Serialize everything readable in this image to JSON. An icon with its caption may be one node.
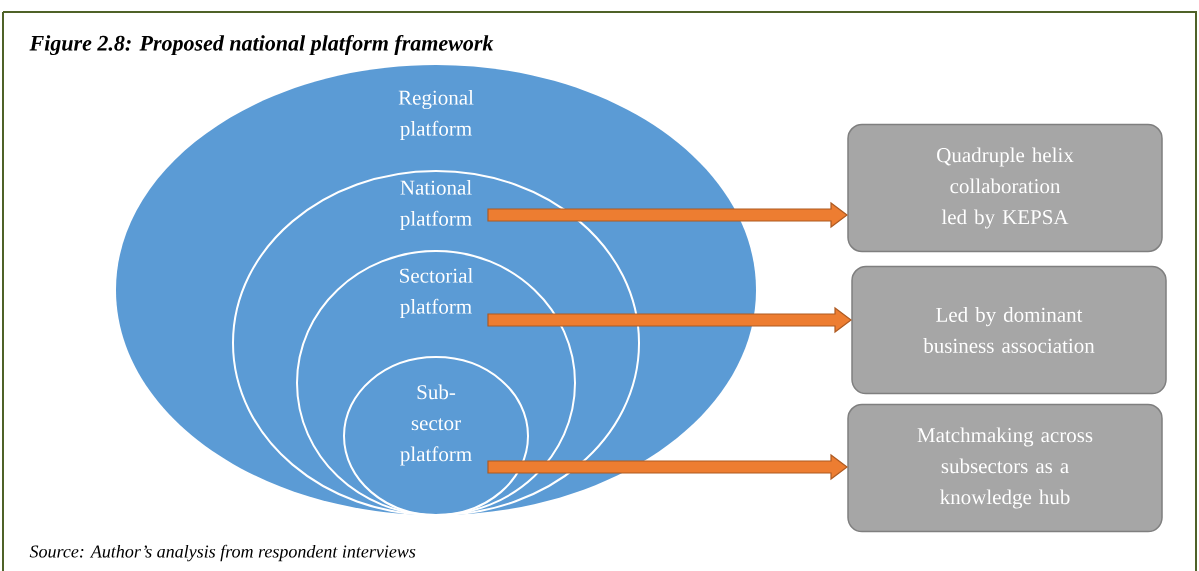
{
  "diagram": {
    "title": "Figure 2.8: Proposed national platform framework",
    "caption": "Source: Author’s analysis from respondent interviews",
    "nodes": [
      {
        "text": [
          "Regional platform"
        ]
      },
      {
        "text": [
          "National platform"
        ],
        "in": 0
      },
      {
        "text": [
          "Sectorial platform"
        ],
        "in": 1
      },
      {
        "text": [
          "Sub-sector platform"
        ],
        "in": 2
      },
      {
        "text": [
          "Quadruple helix collaboration led by KEPSA"
        ]
      },
      {
        "text": [
          "Led by dominant business association"
        ]
      },
      {
        "text": [
          "Matchmaking across subsectors as a knowledge hub"
        ]
      }
    ],
    "edges": [
      {
        "from": 1,
        "to": 4,
        "arrow": "to"
      },
      {
        "from": 2,
        "to": 5,
        "arrow": "to"
      },
      {
        "from": 3,
        "to": 6,
        "arrow": "to"
      }
    ]
  }
}
